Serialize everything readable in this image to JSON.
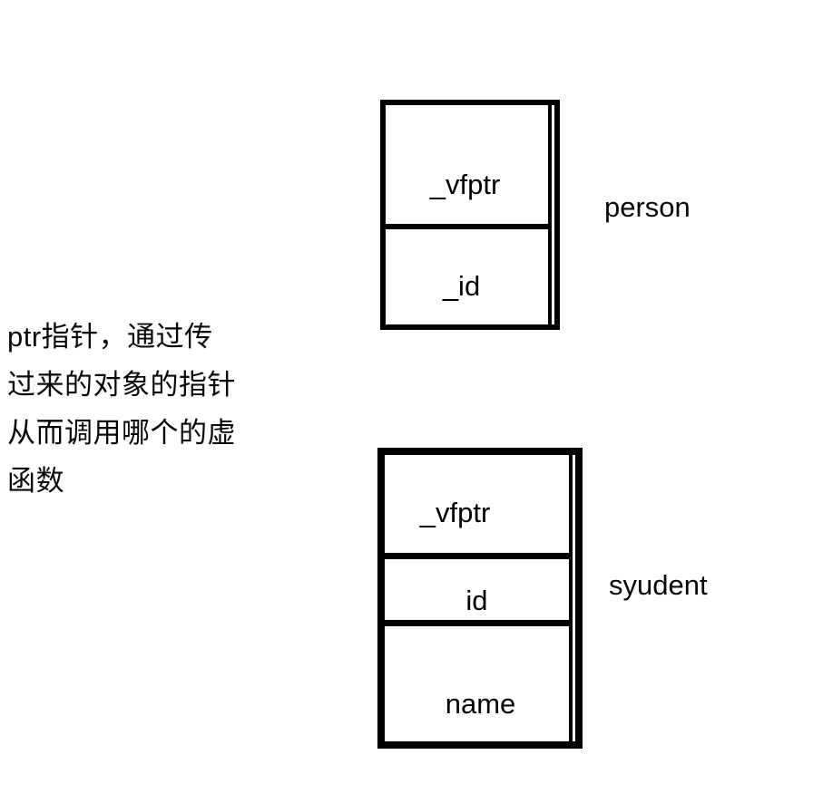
{
  "colors": {
    "ink": "#000000",
    "background": "#ffffff"
  },
  "annotation": {
    "lines": [
      "ptr指针，通过传",
      "过来的对象的指针",
      "从而调用哪个的虚",
      "函数"
    ]
  },
  "person_struct": {
    "label": "person",
    "fields": [
      "_vfptr",
      "_id"
    ]
  },
  "student_struct": {
    "label": "syudent",
    "fields": [
      "_vfptr",
      "id",
      "name"
    ]
  }
}
